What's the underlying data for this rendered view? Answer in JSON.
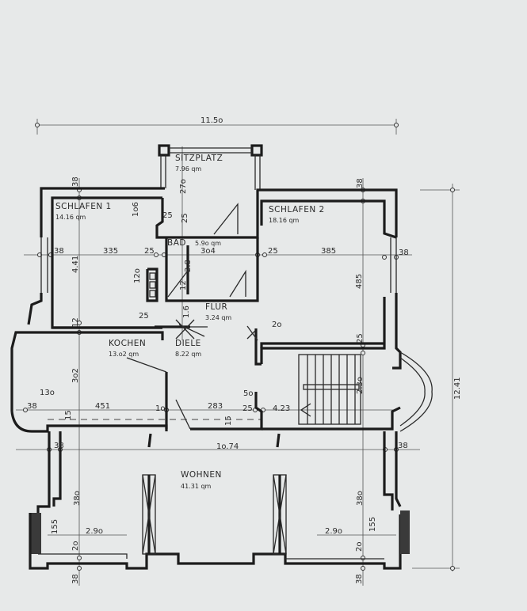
{
  "rooms": [
    {
      "name": "SITZPLATZ",
      "area": "7.96 qm"
    },
    {
      "name": "SCHLAFEN 1",
      "area": "14.16 qm"
    },
    {
      "name": "SCHLAFEN 2",
      "area": "18.16 qm"
    },
    {
      "name": "BAD",
      "area": "5.9o qm"
    },
    {
      "name": "FLUR",
      "area": "3.24 qm"
    },
    {
      "name": "KOCHEN",
      "area": "13.o2 qm"
    },
    {
      "name": "DIELE",
      "area": "8.22 qm"
    },
    {
      "name": "WOHNEN",
      "area": "41.31 qm"
    }
  ],
  "dims": [
    "11.5o",
    "38",
    "1o6",
    "25",
    "25",
    "38",
    "335",
    "25",
    "3o4",
    "25",
    "385",
    "38",
    "4.41",
    "12o",
    "2.8",
    "12",
    "485",
    "25",
    "1.6",
    "12",
    "2o",
    "25",
    "38",
    "3o2",
    "13o",
    "38",
    "451",
    "1o",
    "283",
    "5o",
    "25",
    "4.23",
    "2.3o",
    "15",
    "15",
    "1o.74",
    "38",
    "38",
    "38o",
    "155",
    "2.9o",
    "2o",
    "38",
    "38o",
    "155",
    "2.9o",
    "2o",
    "38",
    "12.41",
    "27o"
  ]
}
